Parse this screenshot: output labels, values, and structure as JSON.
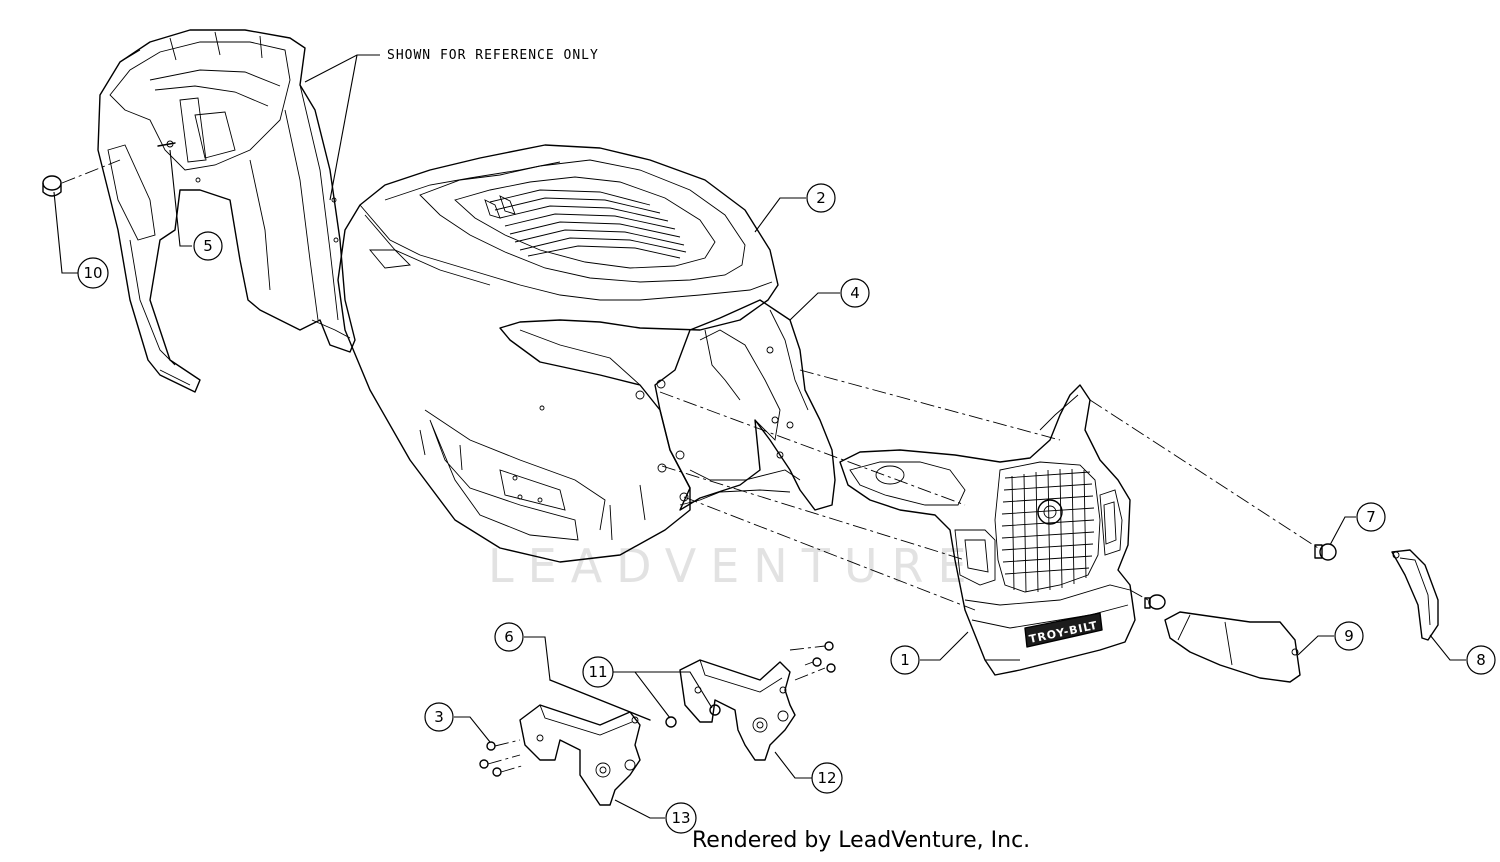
{
  "diagram": {
    "reference_note": "SHOWN FOR REFERENCE ONLY",
    "watermark": "LEADVENTURE",
    "brand_badge": "TROY-BILT",
    "footer": "Rendered by LeadVenture, Inc.",
    "callouts": [
      "1",
      "2",
      "3",
      "4",
      "5",
      "6",
      "7",
      "8",
      "9",
      "10",
      "11",
      "11",
      "12",
      "13"
    ]
  }
}
